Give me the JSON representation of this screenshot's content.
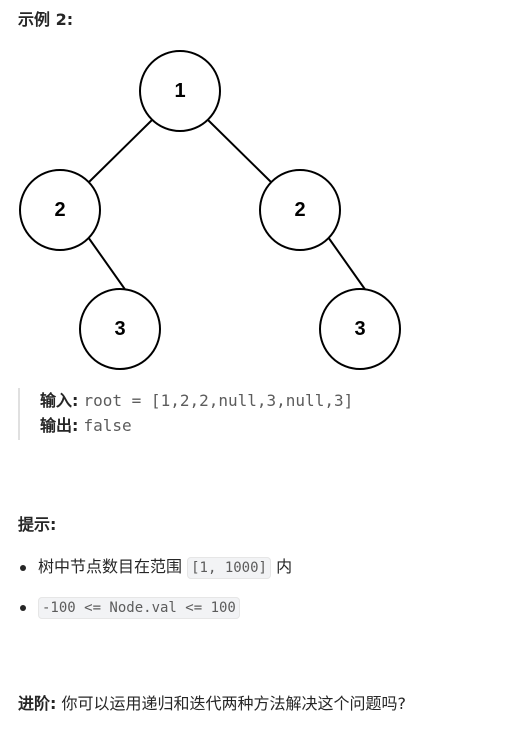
{
  "example_title": "示例 2:",
  "tree": {
    "nodes": [
      {
        "id": "n1",
        "label": "1"
      },
      {
        "id": "n2l",
        "label": "2"
      },
      {
        "id": "n2r",
        "label": "2"
      },
      {
        "id": "n3l",
        "label": "3"
      },
      {
        "id": "n3r",
        "label": "3"
      }
    ],
    "edges": [
      [
        "n1",
        "n2l"
      ],
      [
        "n1",
        "n2r"
      ],
      [
        "n2l",
        "n3l"
      ],
      [
        "n2r",
        "n3r"
      ]
    ]
  },
  "io": {
    "input_label": "输入:",
    "input_value": "root = [1,2,2,null,3,null,3]",
    "output_label": "输出:",
    "output_value": "false"
  },
  "tips": {
    "title": "提示:",
    "items": [
      {
        "prefix": "树中节点数目在范围",
        "code": "[1, 1000]",
        "suffix": "内"
      },
      {
        "prefix": "",
        "code": "-100 <= Node.val <= 100",
        "suffix": ""
      }
    ]
  },
  "followup": {
    "label": "进阶:",
    "text": "你可以运用递归和迭代两种方法解决这个问题吗?"
  }
}
